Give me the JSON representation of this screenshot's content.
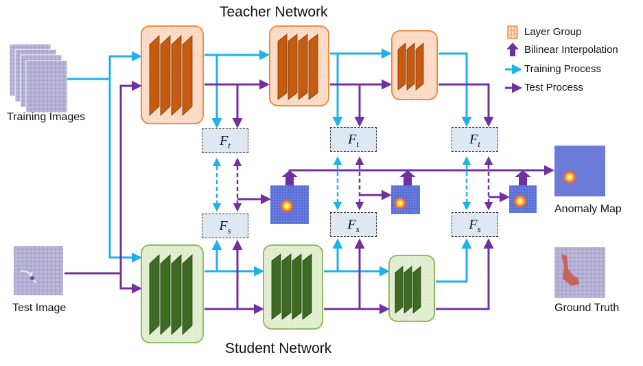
{
  "titles": {
    "teacher": "Teacher Network",
    "student": "Student Network"
  },
  "inputs": {
    "training": "Training Images",
    "test": "Test Image"
  },
  "outputs": {
    "anomaly": "Anomaly Map",
    "ground_truth": "Ground Truth"
  },
  "legend": {
    "layer_group": "Layer Group",
    "bilinear": "Bilinear Interpolation",
    "training": "Training Process",
    "test": "Test Process"
  },
  "features": {
    "teacher": {
      "base": "F",
      "sub": "t"
    },
    "student": {
      "base": "F",
      "sub": "s"
    }
  },
  "colors": {
    "training_arrow": "#1fb1ea",
    "test_arrow": "#7030a0",
    "teacher_box_fill": "#fbd9c2",
    "teacher_box_border": "#ee8a3c",
    "teacher_layer": "#c55a11",
    "student_box_fill": "#dfeccd",
    "student_box_border": "#8bbb5a",
    "student_layer": "#3e6b23",
    "feature_box_fill": "#dde8f3"
  }
}
